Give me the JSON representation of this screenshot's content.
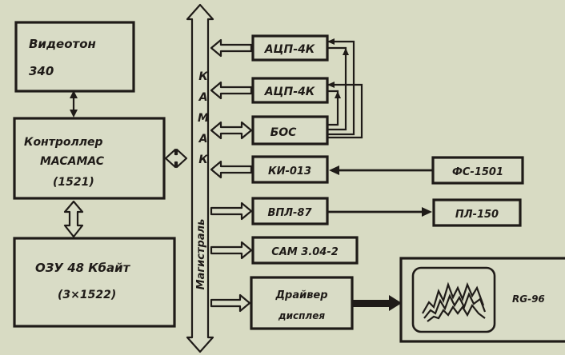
{
  "blocks": {
    "videoton_line1": "Видеотон",
    "videoton_line2": "340",
    "controller_line1": "Контроллер",
    "controller_line2": "MACAMAC",
    "controller_line3": "(1521)",
    "ram_line1": "ОЗУ 48 Кбайт",
    "ram_line2": "(3×1522)",
    "adc1": "АЦП-4К",
    "adc2": "АЦП-4К",
    "bos": "БОС",
    "ki013": "КИ-013",
    "fs1501": "ФС-1501",
    "vpl87": "ВПЛ-87",
    "pl150": "ПЛ-150",
    "cam": "САМ 3.04-2",
    "driver_line1": "Драйвер",
    "driver_line2": "дисплея",
    "rg96": "RG-96"
  },
  "bus": {
    "vertical_label": "Магистраль",
    "kamak_letters": [
      "К",
      "А",
      "М",
      "А",
      "К"
    ]
  }
}
